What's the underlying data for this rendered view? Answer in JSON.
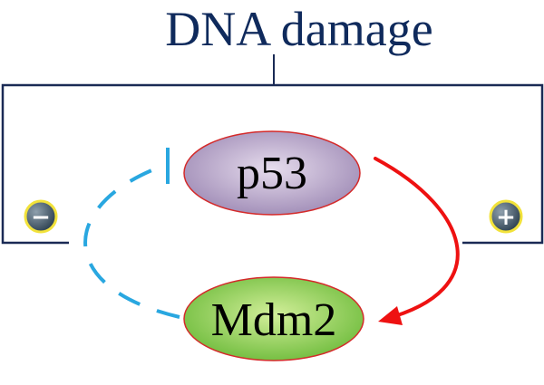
{
  "title": "DNA damage",
  "nodes": {
    "p53": {
      "label": "p53",
      "fill_light": "#e6dced",
      "fill_dark": "#9e8ab5",
      "stroke": "#d42a2a"
    },
    "mdm2": {
      "label": "Mdm2",
      "fill_light": "#d3ef9a",
      "fill_dark": "#6dbb3b",
      "stroke": "#d42a2a"
    }
  },
  "signs": {
    "left": {
      "symbol": "−",
      "meaning": "inhibition"
    },
    "right": {
      "symbol": "+",
      "meaning": "activation"
    }
  },
  "colors": {
    "title": "#0f2a5c",
    "bracket": "#1a2a55",
    "inhibition_arrow": "#29a7e0",
    "activation_arrow": "#ee1111",
    "sign_fill_light": "#8fa0ad",
    "sign_fill_dark": "#243848",
    "sign_ring": "#f2e23a"
  },
  "edges": [
    {
      "from": "p53",
      "to": "mdm2",
      "type": "activation",
      "style": "solid"
    },
    {
      "from": "mdm2",
      "to": "p53",
      "type": "inhibition",
      "style": "dashed"
    }
  ]
}
